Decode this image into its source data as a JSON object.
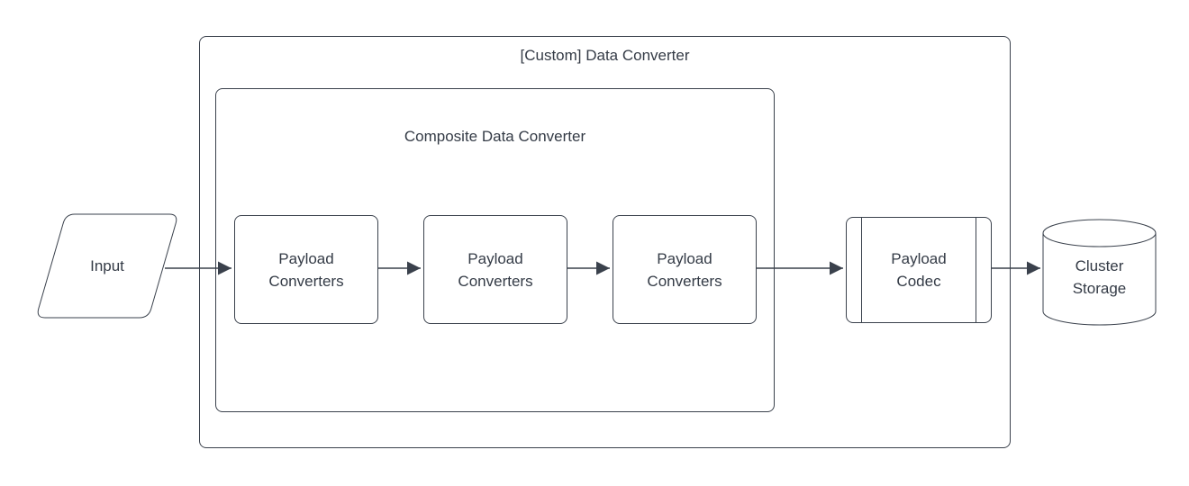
{
  "diagram": {
    "outer_group": {
      "title": "[Custom] Data Converter"
    },
    "composite_group": {
      "title": "Composite Data Converter"
    },
    "nodes": {
      "input": {
        "label": "Input",
        "shape": "parallelogram"
      },
      "converter1": {
        "label": "Payload Converters",
        "shape": "rounded-rectangle"
      },
      "converter2": {
        "label": "Payload Converters",
        "shape": "rounded-rectangle"
      },
      "converter3": {
        "label": "Payload Converters",
        "shape": "rounded-rectangle"
      },
      "codec": {
        "label": "Payload Codec",
        "shape": "predefined-process"
      },
      "storage": {
        "label": "Cluster Storage",
        "shape": "cylinder"
      }
    },
    "flow": [
      "input",
      "converter1",
      "converter2",
      "converter3",
      "codec",
      "storage"
    ],
    "colors": {
      "stroke": "#3A414C",
      "text": "#343B46",
      "background": "#FFFFFF"
    }
  }
}
